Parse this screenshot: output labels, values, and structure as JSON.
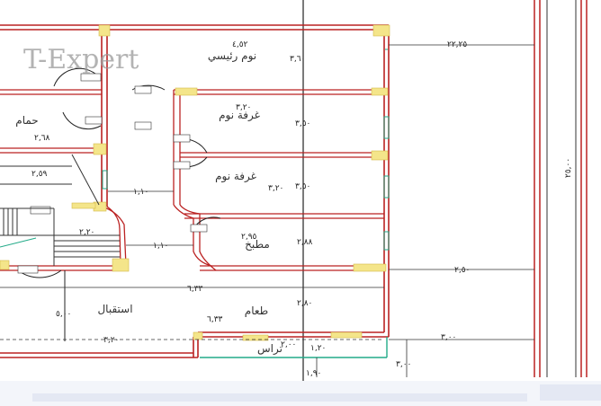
{
  "watermark": "T-Expert",
  "rooms": [
    {
      "id": "master-bedroom",
      "label": "نوم رئيسي"
    },
    {
      "id": "bedroom-1",
      "label": "غرفة نوم"
    },
    {
      "id": "bedroom-2",
      "label": "غرفة نوم"
    },
    {
      "id": "kitchen",
      "label": "مطبخ"
    },
    {
      "id": "bathroom",
      "label": "حمام"
    },
    {
      "id": "reception",
      "label": "استقبال"
    },
    {
      "id": "dining",
      "label": "طعام"
    },
    {
      "id": "terrace",
      "label": "تراس"
    }
  ],
  "dimensions": {
    "d1": "٤,٥٢",
    "d2": "٣,٦٠",
    "d3": "٣,٢٠",
    "d4": "٣,٥٠",
    "d5": "٢,٦٨",
    "d6": "٣,٥٠",
    "d7": "٣,٢٠",
    "d8": "٢,٥٩",
    "d9": "١,١٠",
    "d10": "٢,٩٥",
    "d11": "٢,٨٨",
    "d12": "١,١٠",
    "d13": "٢,٢٠",
    "d14": "٢,٥٠",
    "d15": "٦,٣٣",
    "d16": "٢,٨٠",
    "d17": "٥,٠٠",
    "d18": "٦,٣٣",
    "d19": "٣,٢٠",
    "d20": "٢,٠٠",
    "d21": "١,٢٠",
    "d22": "٣,٠٠",
    "d23": "٣,٠٠",
    "d24": "١,٩٠",
    "d25": "٢٢,٢٥",
    "d26": "٢٥,٠٠"
  }
}
